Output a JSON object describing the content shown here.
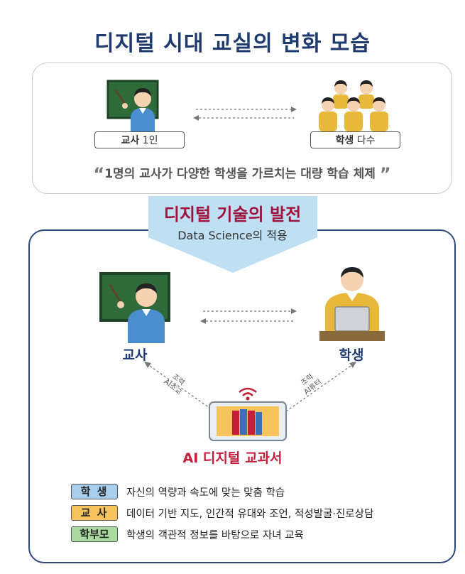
{
  "title": "디지털 시대 교실의 변화 모습",
  "top": {
    "teacher_label_bold": "교사",
    "teacher_label_rest": " 1인",
    "students_label_bold": "학생",
    "students_label_rest": " 다수",
    "quote_open": "“",
    "quote_text": "1명의 교사가 다양한 학생을 가르치는 대량 학습 체제",
    "quote_close": "”"
  },
  "banner": {
    "title": "디지털 기술의 발전",
    "subtitle": "Data Science의 적용"
  },
  "bottom": {
    "teacher_label": "교사",
    "student_label": "학생",
    "left_arrow_line1": "조력",
    "left_arrow_line2": "AI조교",
    "right_arrow_line1": "조력",
    "right_arrow_line2": "AI튜터",
    "ai_label": "AI 디지털 교과서"
  },
  "legend": [
    {
      "tag": "학 생",
      "text": "자신의 역량과 속도에 맞는 맞춤 학습",
      "color": "#a9cfee"
    },
    {
      "tag": "교 사",
      "text": "데이터 기반 지도, 인간적 유대와 조언, 적성발굴·진로상담",
      "color": "#f6c35c"
    },
    {
      "tag": "학부모",
      "text": "학생의 객관적 정보를 바탕으로 자녀 교육",
      "color": "#a9dba0"
    }
  ],
  "colors": {
    "title": "#1f3a6e",
    "banner_title": "#a0123c",
    "banner_fill": "#bfe0f3",
    "frame": "#2d4a7c",
    "ai_label": "#c41e3a"
  }
}
